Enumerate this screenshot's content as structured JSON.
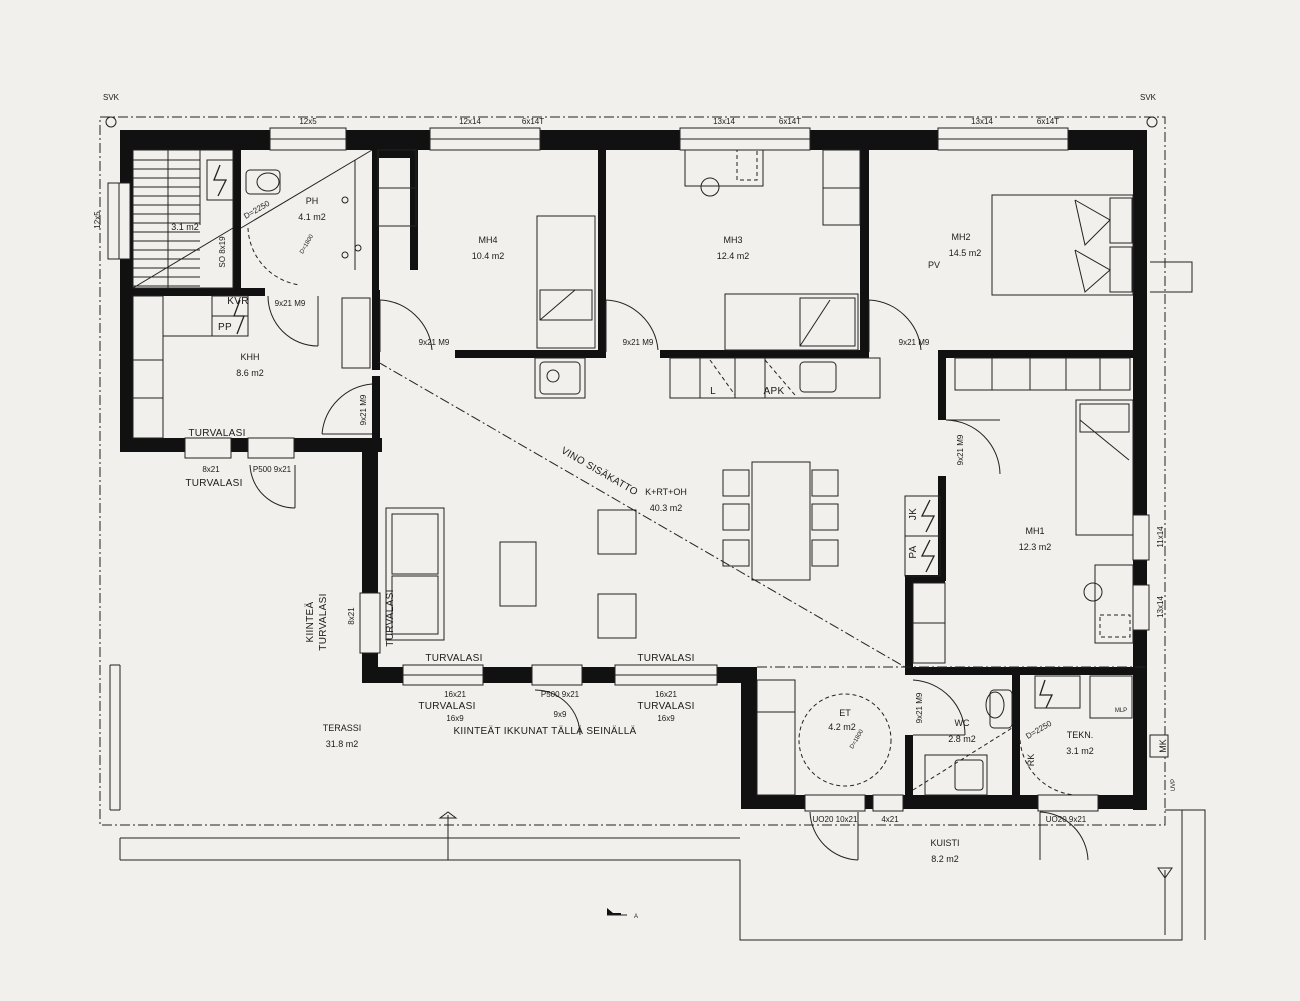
{
  "rooms": {
    "ph": {
      "name": "PH",
      "area": "4.1 m2"
    },
    "sauna": {
      "area": "3.1 m2"
    },
    "khh": {
      "name": "KHH",
      "area": "8.6 m2"
    },
    "mh4": {
      "name": "MH4",
      "area": "10.4 m2"
    },
    "mh3": {
      "name": "MH3",
      "area": "12.4 m2"
    },
    "mh2": {
      "name": "MH2",
      "area": "14.5 m2"
    },
    "mh1": {
      "name": "MH1",
      "area": "12.3 m2"
    },
    "krt": {
      "name": "K+RT+OH",
      "area": "40.3 m2"
    },
    "et": {
      "name": "ET",
      "area": "4.2 m2"
    },
    "wc": {
      "name": "WC",
      "area": "2.8 m2"
    },
    "tekn": {
      "name": "TEKN.",
      "area": "3.1 m2"
    },
    "terassi": {
      "name": "TERASSI",
      "area": "31.8 m2"
    },
    "kuisti": {
      "name": "KUISTI",
      "area": "8.2 m2"
    }
  },
  "labels": {
    "svk": "SVK",
    "vino": "VINO SISÄKATTO",
    "kiintea": "KIINTEÄ",
    "turvalasi": "TURVALASI",
    "kiinteat_ikkunat": "KIINTEÄT IKKUNAT TÄLLÄ SEINÄLLÄ",
    "kvr": "KVR",
    "pp": "PP",
    "pv": "PV",
    "l": "L",
    "apk": "APK",
    "jk": "JK",
    "pa": "PA",
    "mlp": "MLP",
    "rk": "RK",
    "mk": "MK",
    "uvp": "UVP",
    "so": "SO 8x19",
    "d": "D=2250",
    "d2": "D=2250",
    "d1800a": "D=1800",
    "d1800b": "D=1800",
    "a": "A"
  },
  "dims": {
    "w12x5": "12x5",
    "w12x14": "12x14",
    "w6x14t1": "6x14T",
    "w13x14a": "13x14",
    "w6x14t2": "6x14T",
    "w13x14b": "13x14",
    "w6x14t3": "6x14T",
    "w12x5v": "12x5",
    "d9x21a": "9x21 M9",
    "d9x21b": "9x21 M9",
    "d9x21c": "9x21 M9",
    "d9x21d": "9x21 M9",
    "d9x21e": "9x21 M9",
    "d9x21f": "9x21 M9",
    "d9x21g": "9x21 M9",
    "w8x21a": "8x21",
    "p500a": "P500 9x21",
    "w8x21b": "8x21",
    "w16x21a": "16x21",
    "w16x9a": "16x9",
    "p500b": "P500 9x21",
    "w9x9": "9x9",
    "w16x21b": "16x21",
    "w16x9b": "16x9",
    "w11x14": "11x14",
    "w13x14c": "13x14",
    "uo20a": "UO20 10x21",
    "w4x21": "4x21",
    "uo20b": "UO20 9x21"
  }
}
